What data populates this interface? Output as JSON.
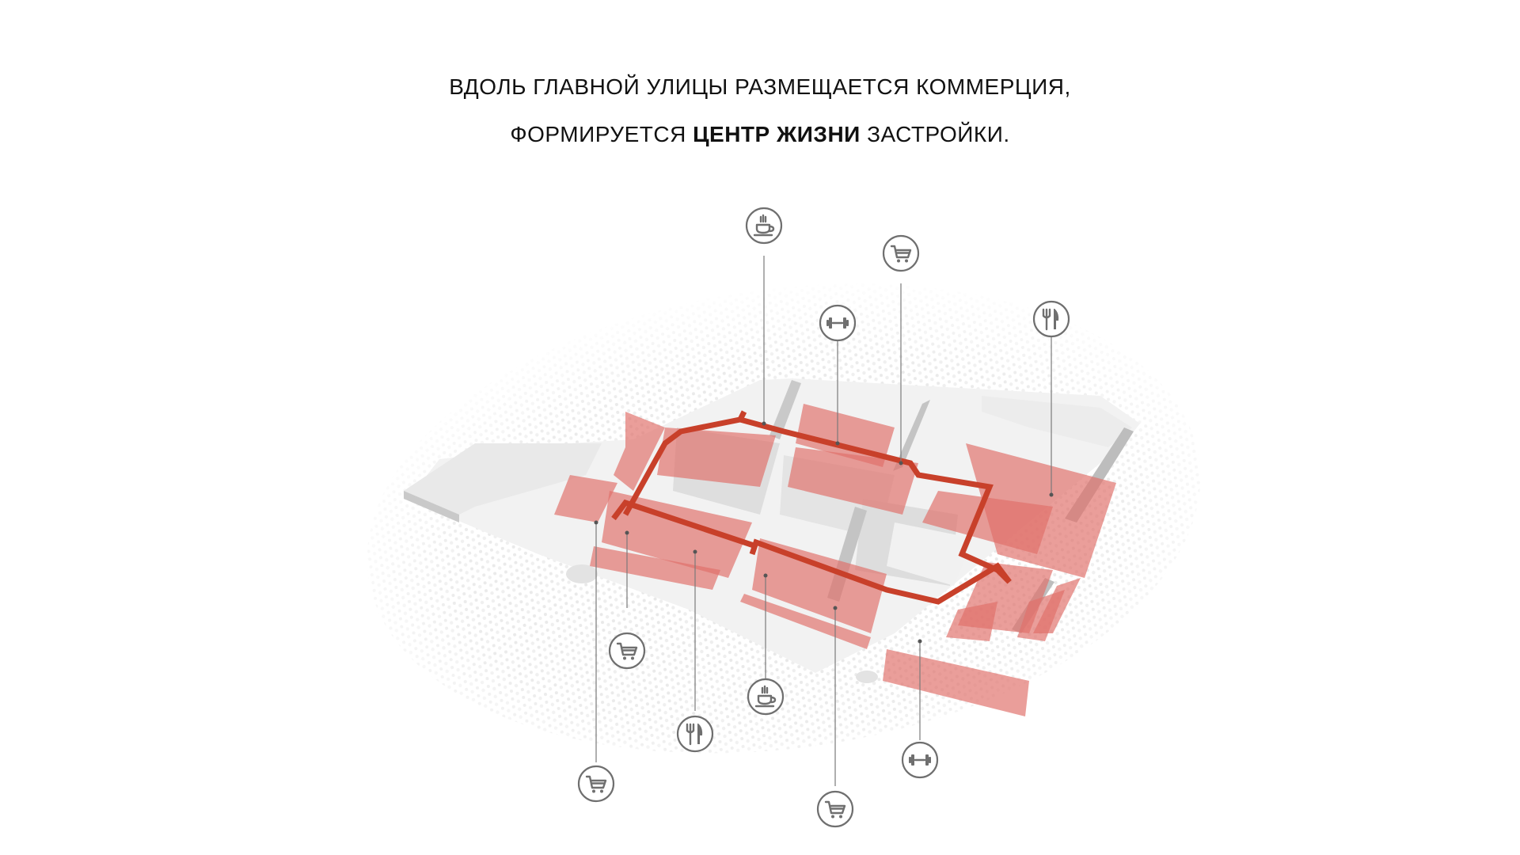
{
  "header": {
    "line1": "ВДОЛЬ ГЛАВНОЙ УЛИЦЫ РАЗМЕЩАЕТСЯ КОММЕРЦИЯ,",
    "line2_before": "ФОРМИРУЕТСЯ ",
    "line2_bold": "ЦЕНТР ЖИЗНИ",
    "line2_after": " ЗАСТРОЙКИ."
  },
  "colors": {
    "commerce_fill": "#e0706a",
    "main_street": "#c8402a",
    "building_gray": "#d9d9d9",
    "ground": "#efefef",
    "icon_stroke": "#6f6f6f"
  },
  "icons": [
    {
      "name": "cafe-icon",
      "type": "cafe"
    },
    {
      "name": "shopping-cart-icon",
      "type": "cart"
    },
    {
      "name": "gym-icon",
      "type": "gym"
    },
    {
      "name": "restaurant-icon",
      "type": "restaurant"
    },
    {
      "name": "shopping-cart-icon",
      "type": "cart"
    },
    {
      "name": "cafe-icon",
      "type": "cafe"
    },
    {
      "name": "restaurant-icon",
      "type": "restaurant"
    },
    {
      "name": "shopping-cart-icon",
      "type": "cart"
    },
    {
      "name": "gym-icon",
      "type": "gym"
    },
    {
      "name": "shopping-cart-icon",
      "type": "cart"
    }
  ]
}
